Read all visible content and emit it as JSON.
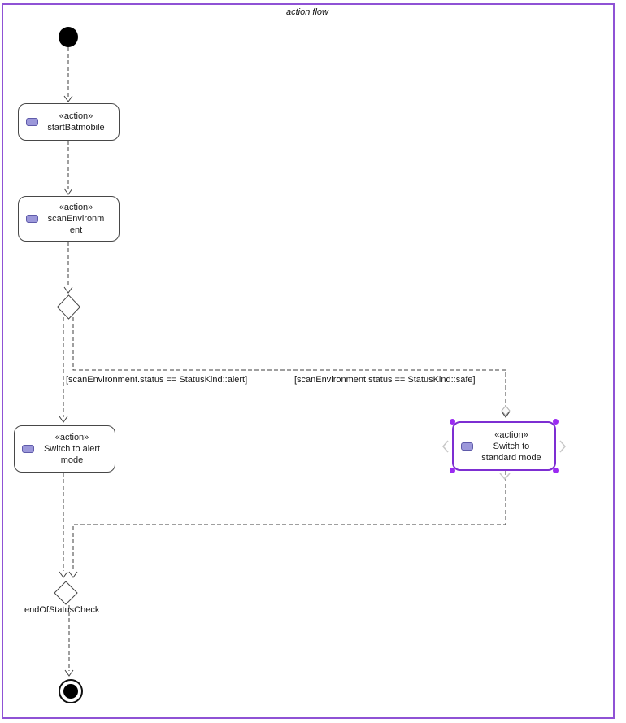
{
  "diagram": {
    "title": "action flow",
    "frame_color": "#8F52D5"
  },
  "nodes": {
    "start_batmobile": {
      "stereotype": "«action»",
      "name_line1": "startBatmobile"
    },
    "scan_environment": {
      "stereotype": "«action»",
      "name_line1": "scanEnvironm",
      "name_line2": "ent"
    },
    "switch_alert": {
      "stereotype": "«action»",
      "name_line1": "Switch to alert",
      "name_line2": "mode"
    },
    "switch_standard": {
      "stereotype": "«action»",
      "name_line1": "Switch to",
      "name_line2": "standard mode"
    },
    "merge_label": "endOfStatusCheck"
  },
  "guards": {
    "alert": "[scanEnvironment.status == StatusKind::alert]",
    "safe": "[scanEnvironment.status == StatusKind::safe]"
  },
  "colors": {
    "selection_border": "#7D2ED2",
    "selection_handle": "#9B2BF2",
    "action_icon_fill": "#9C98DA",
    "action_icon_border": "#5F5BAA",
    "flow_line": "#3f3f3f"
  }
}
